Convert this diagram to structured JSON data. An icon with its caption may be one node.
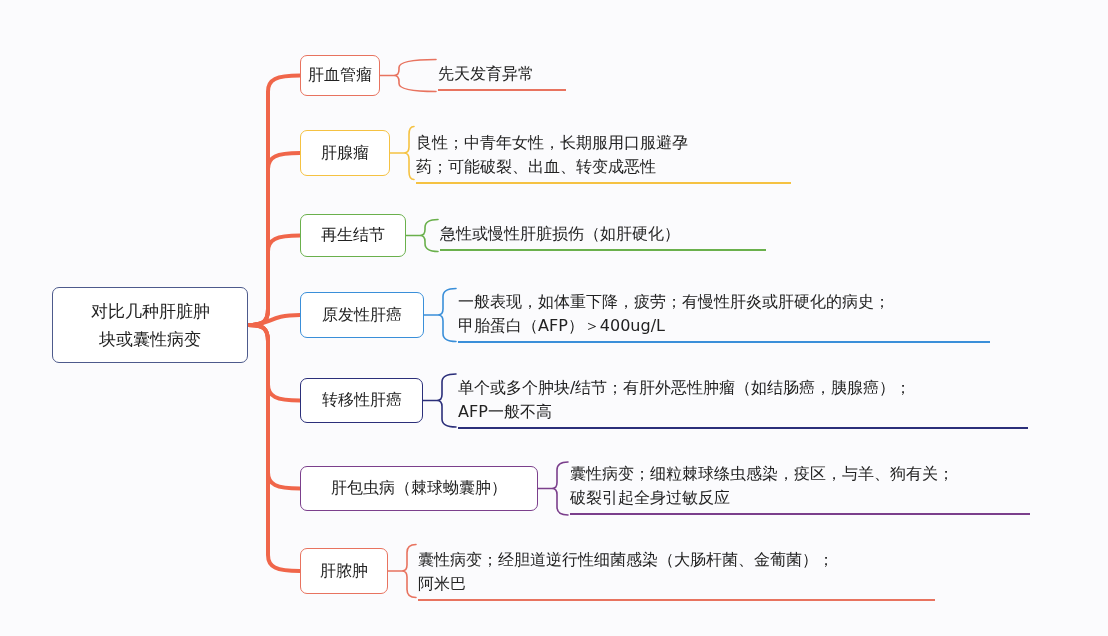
{
  "diagram": {
    "nodes": [
      {
        "text": [
          "对比几种肝脏肿块或囊性病变"
        ]
      },
      {
        "text": [
          "肝血管瘤"
        ]
      },
      {
        "text": [
          "肝腺瘤"
        ]
      },
      {
        "text": [
          "再生结节"
        ]
      },
      {
        "text": [
          "原发性肝癌"
        ]
      },
      {
        "text": [
          "转移性肝癌"
        ]
      },
      {
        "text": [
          "肝包虫病（棘球蚴囊肿）"
        ]
      },
      {
        "text": [
          "肝脓肿"
        ]
      },
      {
        "text": [
          "先天发育异常"
        ]
      },
      {
        "text": [
          "良性；中青年女性，长期服用口服避孕药；可能破裂、出血、转变成恶性"
        ]
      },
      {
        "text": [
          "急性或慢性肝脏损伤（如肝硬化）"
        ]
      },
      {
        "text": [
          "一般表现，如体重下降，疲劳；有慢性肝炎或肝硬化的病史；甲胎蛋白（AFP）＞400ug/L"
        ]
      },
      {
        "text": [
          "单个或多个肿块/结节；有肝外恶性肿瘤（如结肠癌，胰腺癌）；AFP一般不高"
        ]
      },
      {
        "text": [
          "囊性病变；细粒棘球绦虫感染，疫区，与羊、狗有关；破裂引起全身过敏反应"
        ]
      },
      {
        "text": [
          "囊性病变；经胆道逆行性细菌感染（大肠杆菌、金葡菌）；阿米巴"
        ]
      }
    ],
    "edges": [
      {
        "from": 0,
        "to": 1,
        "arrow": "none",
        "style": "thick"
      },
      {
        "from": 0,
        "to": 2,
        "arrow": "none",
        "style": "thick"
      },
      {
        "from": 0,
        "to": 3,
        "arrow": "none",
        "style": "thick"
      },
      {
        "from": 0,
        "to": 4,
        "arrow": "none",
        "style": "thick"
      },
      {
        "from": 0,
        "to": 5,
        "arrow": "none",
        "style": "thick"
      },
      {
        "from": 0,
        "to": 6,
        "arrow": "none",
        "style": "thick"
      },
      {
        "from": 0,
        "to": 7,
        "arrow": "none",
        "style": "thick"
      },
      {
        "from": 1,
        "to": 8,
        "arrow": "none",
        "color": "#e8735f"
      },
      {
        "from": 2,
        "to": 9,
        "arrow": "none",
        "color": "#f5c242"
      },
      {
        "from": 3,
        "to": 10,
        "arrow": "none",
        "color": "#6ab04c"
      },
      {
        "from": 4,
        "to": 11,
        "arrow": "none",
        "color": "#3a8fd9"
      },
      {
        "from": 5,
        "to": 12,
        "arrow": "none",
        "color": "#2b2f7a"
      },
      {
        "from": 6,
        "to": 13,
        "arrow": "none",
        "color": "#7b3f8c"
      },
      {
        "from": 7,
        "to": 14,
        "arrow": "none",
        "color": "#e8735f"
      }
    ]
  }
}
